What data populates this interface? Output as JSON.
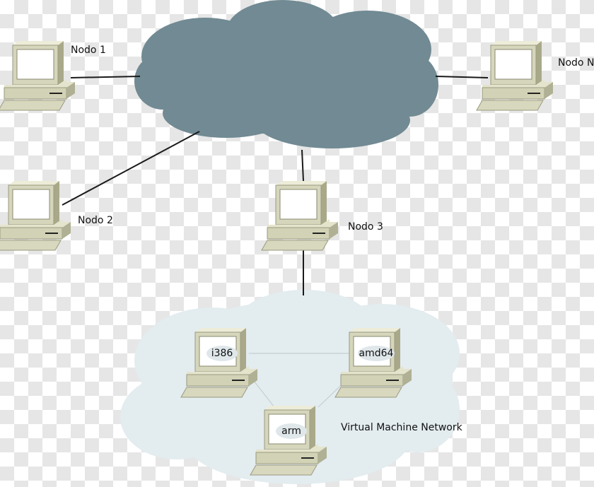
{
  "nodes": {
    "nodo1": "Nodo 1",
    "nodo2": "Nodo 2",
    "nodo3": "Nodo 3",
    "nodoN": "Nodo N"
  },
  "vms": {
    "i386": "i386",
    "amd64": "amd64",
    "arm": "arm"
  },
  "vm_network_label": "Virtual Machine Network",
  "colors": {
    "cloud": "#718a93",
    "vm_cloud": "#e3ecef",
    "computer_body": "#dcdcc4",
    "computer_shadow": "#b9b99c",
    "screen": "#ffffff",
    "line": "#1a1a1a"
  }
}
